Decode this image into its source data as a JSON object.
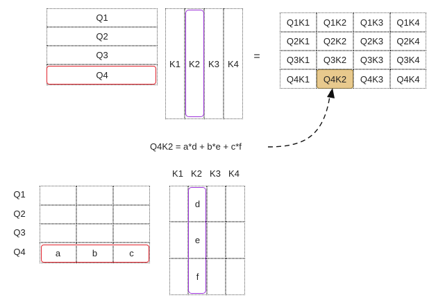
{
  "top": {
    "q_rows": [
      "Q1",
      "Q2",
      "Q3",
      "Q4"
    ],
    "k_cols": [
      "K1",
      "K2",
      "K3",
      "K4"
    ],
    "equals": "=",
    "result": [
      [
        "Q1K1",
        "Q1K2",
        "Q1K3",
        "Q1K4"
      ],
      [
        "Q2K1",
        "Q2K2",
        "Q2K3",
        "Q2K4"
      ],
      [
        "Q3K1",
        "Q3K2",
        "Q3K3",
        "Q3K4"
      ],
      [
        "Q4K1",
        "Q4K2",
        "Q4K3",
        "Q4K4"
      ]
    ],
    "highlighted_result": "Q4K2",
    "formula": "Q4K2 = a*d + b*e + c*f"
  },
  "bottom": {
    "row_labels": [
      "Q1",
      "Q2",
      "Q3",
      "Q4"
    ],
    "col_labels": [
      "K1",
      "K2",
      "K3",
      "K4"
    ],
    "q4_values": [
      "a",
      "b",
      "c"
    ],
    "k2_values": [
      "d",
      "e",
      "f"
    ]
  },
  "colors": {
    "query_highlight": "#e0202a",
    "key_highlight": "#9b30d9",
    "result_highlight": "#e8c98d"
  }
}
